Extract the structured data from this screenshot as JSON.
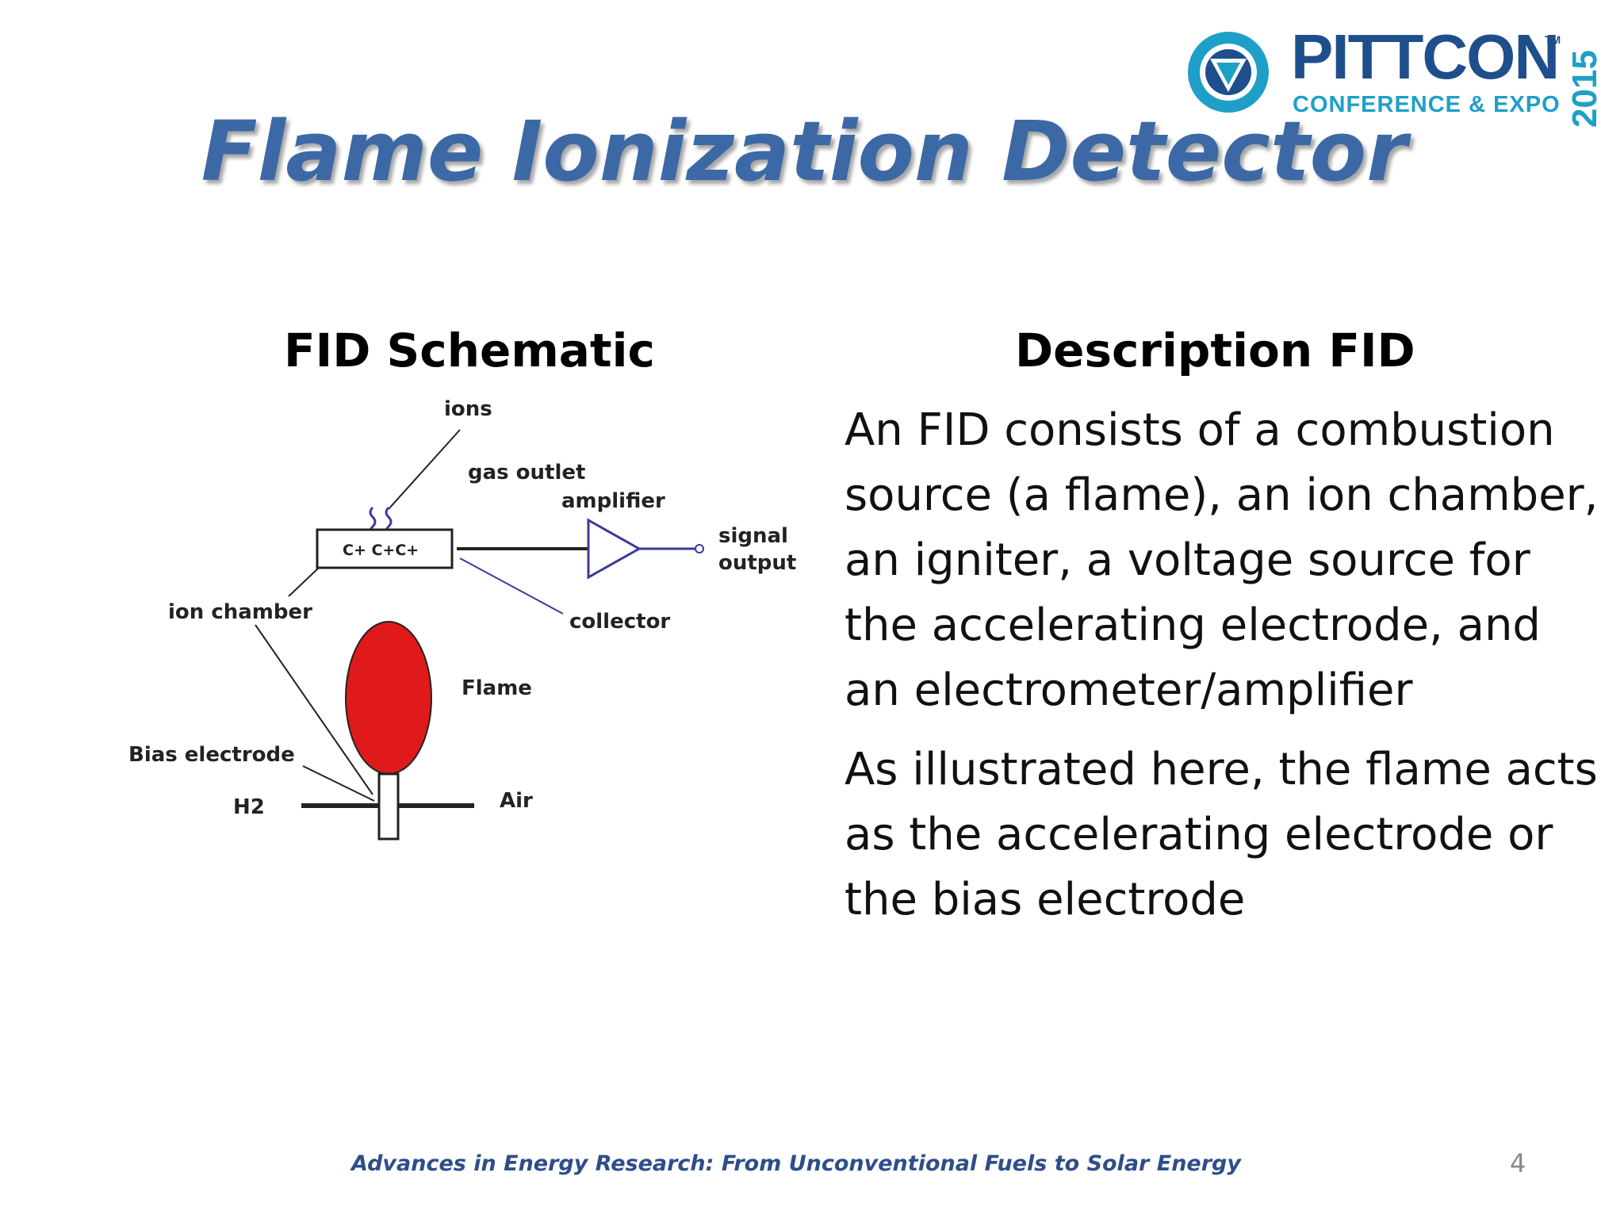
{
  "slide": {
    "title": "Flame Ionization Detector",
    "logo": {
      "name": "PITTCON",
      "trademark": "TM",
      "subtitle": "CONFERENCE & EXPO",
      "year": "2015",
      "brand_color": "#1f4e8c",
      "accent_color": "#1e9fc8"
    },
    "left_heading": "FID Schematic",
    "right_heading": "Description FID",
    "schematic": {
      "labels": {
        "ions": "ions",
        "gas_outlet": "gas outlet",
        "amplifier": "amplifier",
        "signal": "signal",
        "output": "output",
        "chamber_contents": "C+  C+C+",
        "ion_chamber": "ion chamber",
        "collector": "collector",
        "flame": "Flame",
        "bias_electrode": "Bias electrode",
        "h2": "H2",
        "air": "Air"
      },
      "flame_color": "#e01a1a",
      "line_color": "#3a3a9a"
    },
    "description": [
      "An FID consists of a combustion source (a flame), an ion chamber, an igniter, a voltage source for the accelerating electrode, and an electrometer/amplifier",
      "As illustrated here, the flame acts as the accelerating electrode or the bias electrode"
    ],
    "footer": "Advances in Energy Research: From Unconventional Fuels to Solar Energy",
    "page_number": "4",
    "title_color": "#3c69a5"
  }
}
